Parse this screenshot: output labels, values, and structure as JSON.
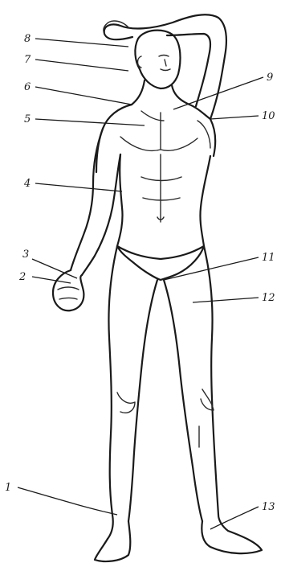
{
  "diagram": {
    "labels": [
      {
        "id": "1",
        "text": "1"
      },
      {
        "id": "2",
        "text": "2"
      },
      {
        "id": "3",
        "text": "3"
      },
      {
        "id": "4",
        "text": "4"
      },
      {
        "id": "5",
        "text": "5"
      },
      {
        "id": "6",
        "text": "6"
      },
      {
        "id": "7",
        "text": "7"
      },
      {
        "id": "8",
        "text": "8"
      },
      {
        "id": "9",
        "text": "9"
      },
      {
        "id": "10",
        "text": "10"
      },
      {
        "id": "11",
        "text": "11"
      },
      {
        "id": "12",
        "text": "12"
      },
      {
        "id": "13",
        "text": "13"
      }
    ]
  },
  "colors": {
    "ink": "#1a1a1a",
    "paper": "#ffffff"
  }
}
